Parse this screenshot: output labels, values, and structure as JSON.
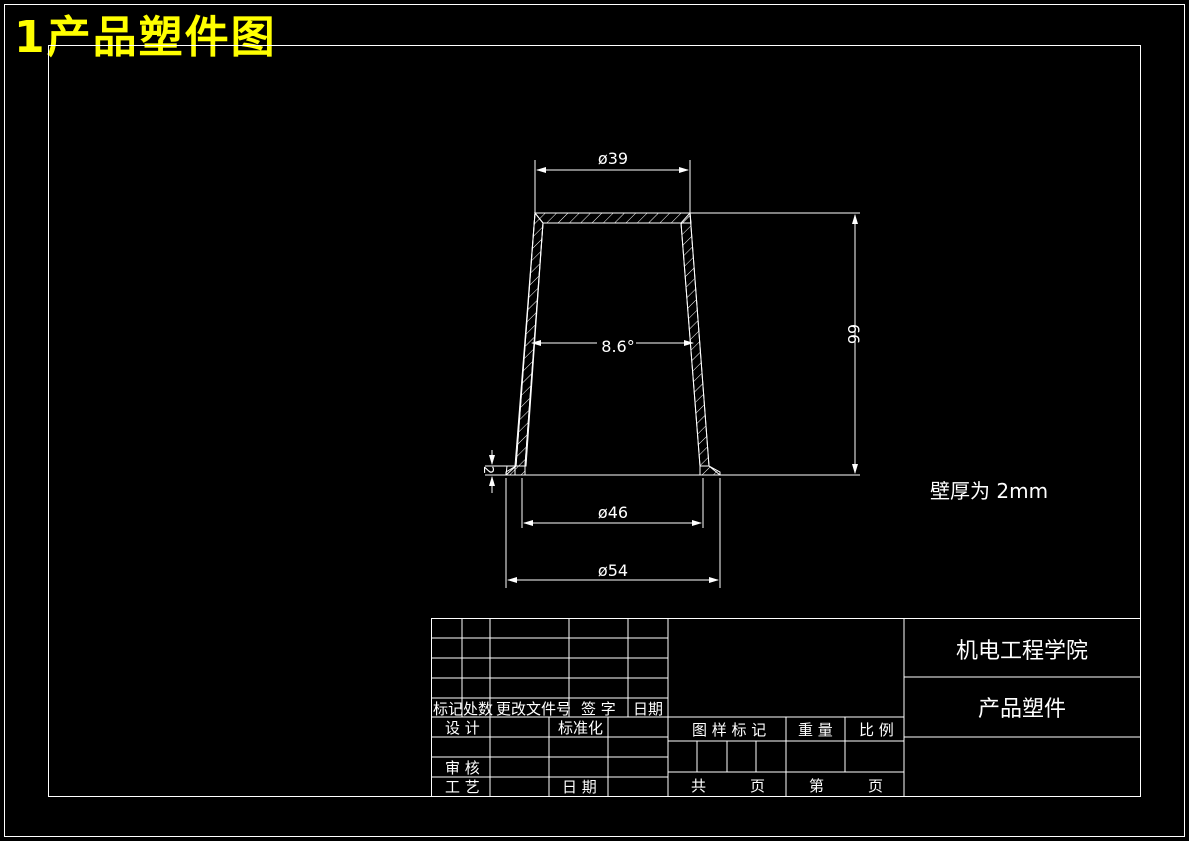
{
  "drawing_title": "1产品塑件图",
  "dimensions": {
    "top_diameter": "ø39",
    "height": "66",
    "taper_angle": "8.6°",
    "flange_thickness": "2",
    "bottom_inner_diameter": "ø46",
    "flange_diameter": "ø54"
  },
  "note": "壁厚为 2mm",
  "title_block": {
    "school": "机电工程学院",
    "part_name": "产品塑件",
    "rev_headers": [
      "标记",
      "处数",
      "更改文件号",
      "签 字",
      "日期"
    ],
    "design": "设 计",
    "standardization": "标准化",
    "review": "审 核",
    "process": "工 艺",
    "date": "日 期",
    "mark_label": "图 样 标 记",
    "weight_label": "重 量",
    "scale_label": "比 例",
    "total": "共",
    "page": "页",
    "sheet_no": "第",
    "page2": "页"
  },
  "colors": {
    "lines": "#ffffff",
    "title": "#ffff00",
    "background": "#000000"
  }
}
